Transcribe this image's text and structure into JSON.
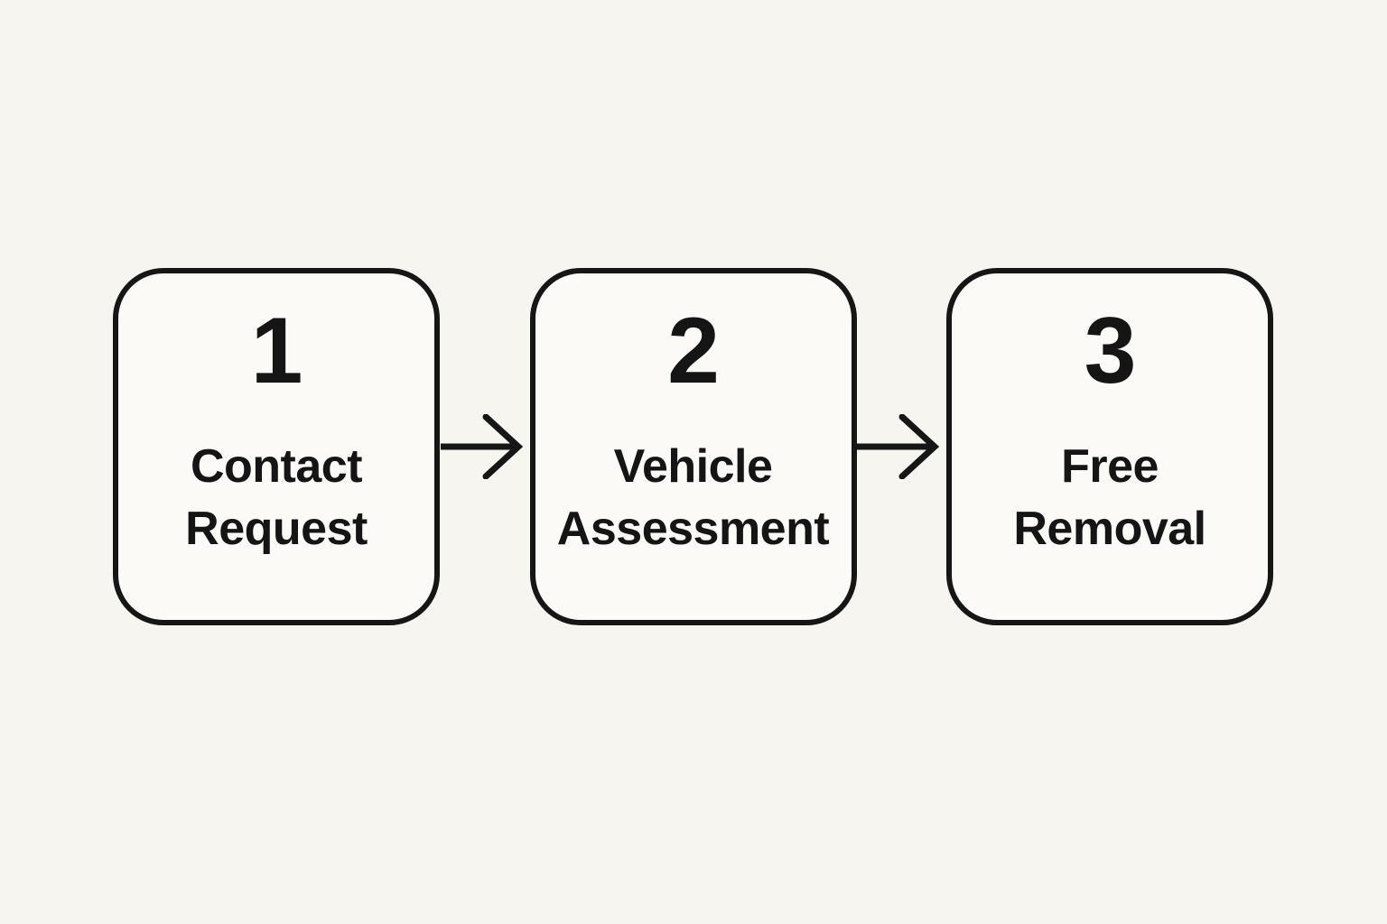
{
  "diagram": {
    "type": "process-flow",
    "direction": "left-to-right",
    "steps": [
      {
        "number": "1",
        "lines": [
          "Contact",
          "Request"
        ]
      },
      {
        "number": "2",
        "lines": [
          "Vehicle",
          "Assessment"
        ]
      },
      {
        "number": "3",
        "lines": [
          "Free",
          "Removal"
        ]
      }
    ],
    "connector": "arrow-right",
    "colors": {
      "background": "#f6f5f0",
      "box_fill": "#fbfaf6",
      "stroke": "#161616",
      "text": "#151515"
    }
  }
}
